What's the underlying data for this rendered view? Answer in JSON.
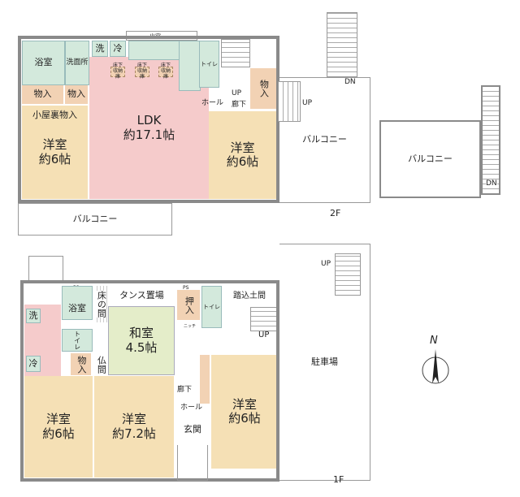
{
  "floor2": {
    "label": "2F",
    "bay_window": "出窓",
    "washer": "洗",
    "fridge": "冷",
    "bath": "浴室",
    "washroom": "洗面所",
    "storage1": "物入",
    "storage2": "物入",
    "storage3": "物入",
    "attic_storage": "小屋裏物入",
    "western_left": {
      "name": "洋室",
      "size": "約6帖"
    },
    "ldk": {
      "name": "LDK",
      "size": "約17.1帖"
    },
    "western_right": {
      "name": "洋室",
      "size": "約6帖"
    },
    "underfloor_storage": [
      "床下収納庫",
      "床下収納庫",
      "床下収納庫"
    ],
    "toilet": "トイレ",
    "hall": "ホール",
    "up": "UP",
    "corridor": "廊下",
    "balcony_bottom": "バルコニー",
    "balcony_right": "バルコニー",
    "balcony_far": "バルコニー",
    "dn1": "DN",
    "dn2": "DN",
    "up2": "UP"
  },
  "floor1": {
    "label": "1F",
    "ps1": "PS",
    "ps2": "PS",
    "wardrobe_space": "タンス置場",
    "tokonoma": "床の間",
    "bath": "浴室",
    "washer": "洗",
    "toilet_left": "トイレ",
    "fridge": "冷",
    "storage": "物入",
    "butsuma": "仏間",
    "washitsu": {
      "name": "和室",
      "size": "4.5帖"
    },
    "oshiire": "押入",
    "niche": "ニッチ",
    "toilet_right": "トイレ",
    "entry_floor": "踏込土間",
    "up1": "UP",
    "up2": "UP",
    "corridor": "廊下",
    "hall": "ホール",
    "genkan": "玄関",
    "western_left": {
      "name": "洋室",
      "size": "約6帖"
    },
    "western_mid": {
      "name": "洋室",
      "size": "約7.2帖"
    },
    "western_right": {
      "name": "洋室",
      "size": "約6帖"
    },
    "parking": "駐車場"
  },
  "compass": {
    "north": "N"
  },
  "colors": {
    "ldk": "#f5cbcb",
    "western": "#f5e0b5",
    "wet": "#d3e9dc",
    "washitsu": "#e4edc9",
    "storage": "#f2d2b4",
    "wall": "#8a8a8a"
  }
}
